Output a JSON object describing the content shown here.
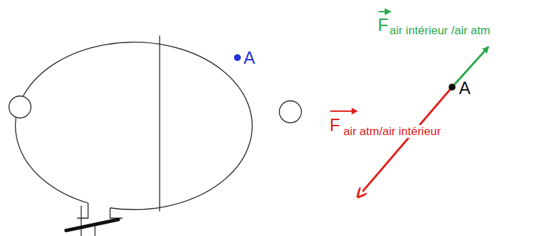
{
  "diagram": {
    "labels": [
      "A",
      "A",
      "F",
      "air intérieur /air atm",
      "F",
      "air atm/air intérieur"
    ]
  }
}
